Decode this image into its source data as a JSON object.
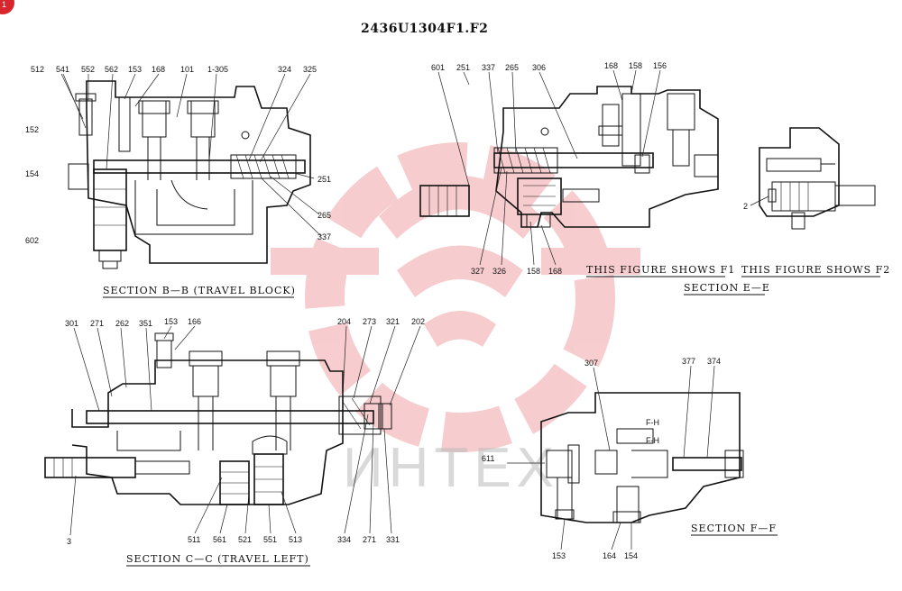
{
  "title": "2436U1304F1.F2",
  "watermark": {
    "text": "ИНТЕХ",
    "color": "#e8686e"
  },
  "corner_badge": "1",
  "sections": {
    "bb": {
      "caption": "SECTION B—B (TRAVEL BLOCK)",
      "labels": [
        "512",
        "541",
        "552",
        "562",
        "153",
        "168",
        "101",
        "1-305",
        "324",
        "325",
        "152",
        "154",
        "251",
        "265",
        "337",
        "602"
      ]
    },
    "ee": {
      "caption": "SECTION E—E",
      "labels": [
        "601",
        "251",
        "337",
        "265",
        "306",
        "168",
        "158",
        "156",
        "327",
        "326",
        "158",
        "168",
        "2"
      ],
      "note_f1": "THIS FIGURE SHOWS F1",
      "note_f2": "THIS FIGURE SHOWS F2"
    },
    "cc": {
      "caption": "SECTION C—C (TRAVEL LEFT)",
      "labels": [
        "301",
        "271",
        "262",
        "351",
        "153",
        "166",
        "204",
        "273",
        "321",
        "202",
        "3",
        "511",
        "561",
        "521",
        "551",
        "513",
        "334",
        "271",
        "331"
      ]
    },
    "ff": {
      "caption": "SECTION F—F",
      "labels": [
        "307",
        "377",
        "374",
        "611",
        "153",
        "164",
        "154"
      ],
      "inner_marks": [
        "F-H",
        "F-H"
      ]
    }
  }
}
